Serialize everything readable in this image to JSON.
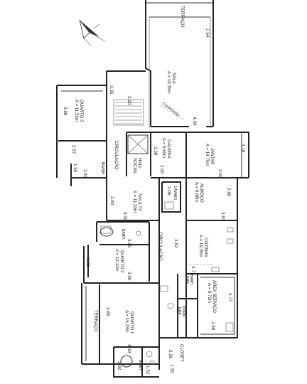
{
  "rooms": {
    "terraco_top": "TERRAÇO",
    "sala": "SALA",
    "sala_area": "A = 19,35m",
    "churrasqueira": "CHURRASQ.",
    "quarto3": "QUARTO 3",
    "quarto3_area": "A = 11,52m",
    "circulacao1": "CIRCULAÇÃO",
    "banh1": "BANH.",
    "hall": "HALL",
    "social": "SOCIAL",
    "galeria": "GALERIA",
    "galeria_area": "A = 5,60m",
    "jantar": "JANTAR",
    "jantar_area": "A = 14,75m",
    "sala_tv": "SALA TV",
    "sala_tv_area": "A = 11,20m",
    "lavabo": "LAVABO",
    "almoco": "ALMOÇO",
    "almoco_area": "A = 9,88m",
    "banh2": "BANH.",
    "circulacao2": "CIRCULAÇÃO",
    "cozinha": "COZINHA",
    "cozinha_area": "A = 19,35m",
    "quarto2": "QUARTO 2",
    "quarto2_area": "A = 10,12m",
    "banh_emp": "BANH.",
    "banh_emp2": "EMP.",
    "area_servico": "ÁREA SERVIÇO",
    "area_servico_area": "A = 9,72m",
    "dorm_emp": "DORM.",
    "dorm_emp2": "EMP.",
    "terraco_left": "TERRAÇO",
    "quarto1": "QUARTO 1",
    "quarto1_area": "A = 15,33m",
    "closet": "CLOSET",
    "banh3": "BANH."
  },
  "dims": {
    "d754": "7.54",
    "d335": "3.35",
    "d320": "3.20",
    "d388": "3.88",
    "d434": "4.34",
    "d297": "2.97",
    "d338": "3.38",
    "d318": "3.18",
    "d156": "1.56",
    "d242": "2.42",
    "d200": "2.00",
    "d393": "3.93",
    "d280a": "2.80",
    "d206": "2.06",
    "d280b": "2.80",
    "d400": "4.00",
    "d353": "3.53",
    "d305": "3.05",
    "d362": "3.62",
    "d332": "3.32",
    "d471": "4.71",
    "d300": "3.00",
    "d377": "3.77",
    "d366": "3.66",
    "d258": "2.58",
    "d419": "4.19",
    "d226": "2.26",
    "d192": "1.92",
    "d152": "1.52",
    "d135": "1.35"
  }
}
